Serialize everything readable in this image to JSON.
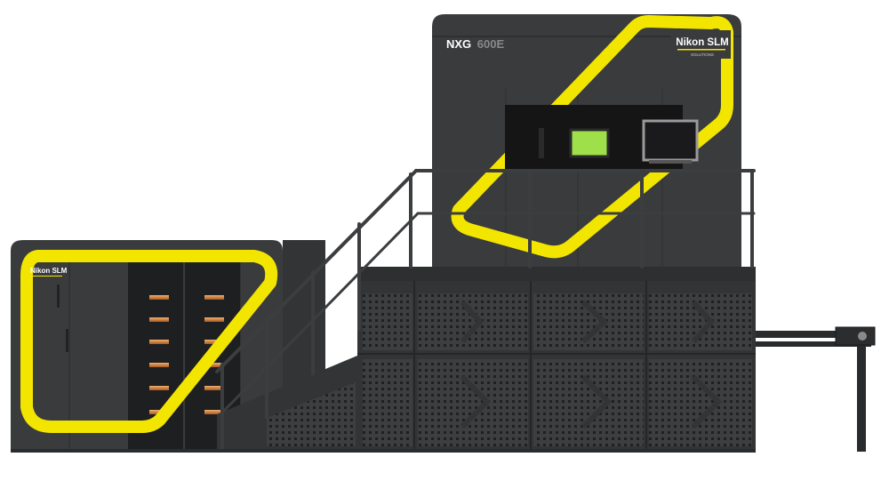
{
  "machine": {
    "model_prefix": "NXG",
    "model_suffix": "600E",
    "brand_main": "Nikon SLM",
    "brand_sub": "SOLUTIONS",
    "unit_brand": "Nikon SLM"
  },
  "colors": {
    "body": "#3a3b3d",
    "body_dark": "#2c2d2f",
    "accent_yellow": "#f2e500",
    "screen_green": "#9fe04a",
    "drawer_glow": "#e0a060",
    "white_band": "#f2f2f2"
  }
}
